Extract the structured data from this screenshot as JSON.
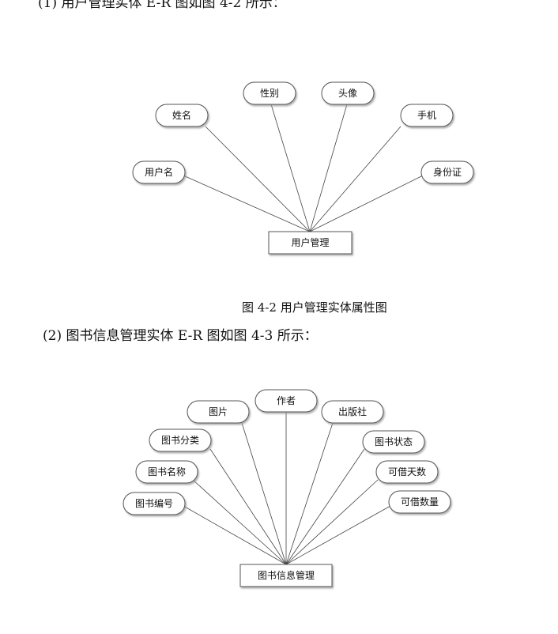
{
  "sections": [
    {
      "heading": "(1) 用户管理实体 E-R 图如图 4-2 所示：",
      "entity": "用户管理",
      "attributes": [
        "用户名",
        "姓名",
        "性别",
        "头像",
        "手机",
        "身份证"
      ],
      "caption": "图 4-2 用户管理实体属性图"
    },
    {
      "heading": "(2) 图书信息管理实体 E-R 图如图 4-3 所示：",
      "entity": "图书信息管理",
      "attributes": [
        "图书编号",
        "图书名称",
        "图书分类",
        "图片",
        "作者",
        "出版社",
        "图书状态",
        "可借天数",
        "可借数量"
      ]
    }
  ]
}
